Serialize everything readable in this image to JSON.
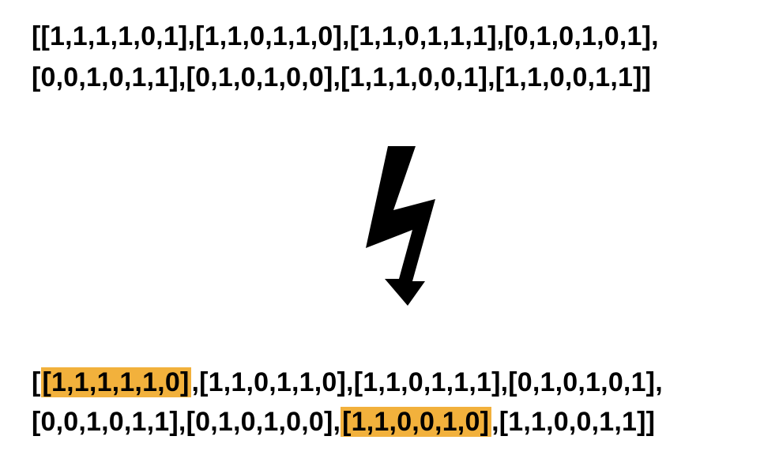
{
  "before": {
    "line1": "[[1,1,1,1,0,1],[1,1,0,1,1,0],[1,1,0,1,1,1],[0,1,0,1,0,1],",
    "line2": "[0,0,1,0,1,1],[0,1,0,1,0,0],[1,1,1,0,0,1],[1,1,0,0,1,1]]"
  },
  "transform_icon": "lightning-bolt-arrow-down-icon",
  "after": {
    "line1": {
      "prefix": "[",
      "highlight": "[1,1,1,1,1,0]",
      "suffix": ",[1,1,0,1,1,0],[1,1,0,1,1,1],[0,1,0,1,0,1],"
    },
    "line2": {
      "prefix": "[0,0,1,0,1,1],[0,1,0,1,0,0],",
      "highlight": "[1,1,0,0,1,0]",
      "suffix": ",[1,1,0,0,1,1]]"
    }
  },
  "colors": {
    "highlight": "#f2b13c",
    "text": "#000000",
    "background": "#ffffff"
  }
}
